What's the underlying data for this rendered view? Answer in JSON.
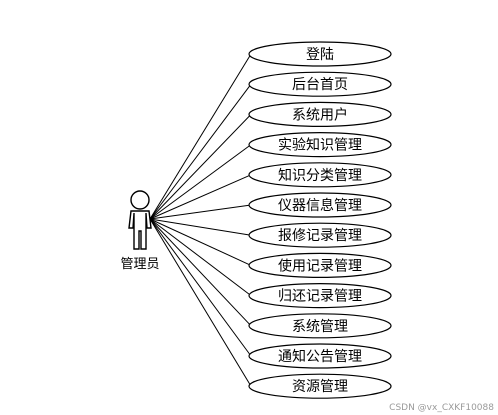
{
  "actor": {
    "name": "管理员"
  },
  "use_cases": [
    "登陆",
    "后台首页",
    "系统用户",
    "实验知识管理",
    "知识分类管理",
    "仪器信息管理",
    "报修记录管理",
    "使用记录管理",
    "归还记录管理",
    "系统管理",
    "通知公告管理",
    "资源管理"
  ],
  "watermark": "CSDN @vx_CXKF10088",
  "colors": {
    "stroke": "#000000",
    "fill": "#ffffff",
    "watermark": "#9a9a9a"
  }
}
